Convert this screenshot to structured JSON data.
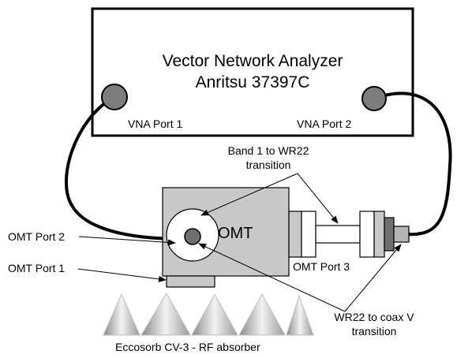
{
  "vna": {
    "title_line1": "Vector Network Analyzer",
    "title_line2": "Anritsu 37397C",
    "port1_label": "VNA Port 1",
    "port2_label": "VNA Port 2"
  },
  "omt": {
    "body_label": "OMT",
    "port1_label": "OMT Port 1",
    "port2_label": "OMT Port 2",
    "port3_label": "OMT Port 3"
  },
  "callouts": {
    "band1_line1": "Band 1 to WR22",
    "band1_line2": "transition",
    "wr22_line1": "WR22 to coax V",
    "wr22_line2": "transition"
  },
  "absorber": {
    "label": "Eccosorb CV-3 - RF absorber"
  }
}
